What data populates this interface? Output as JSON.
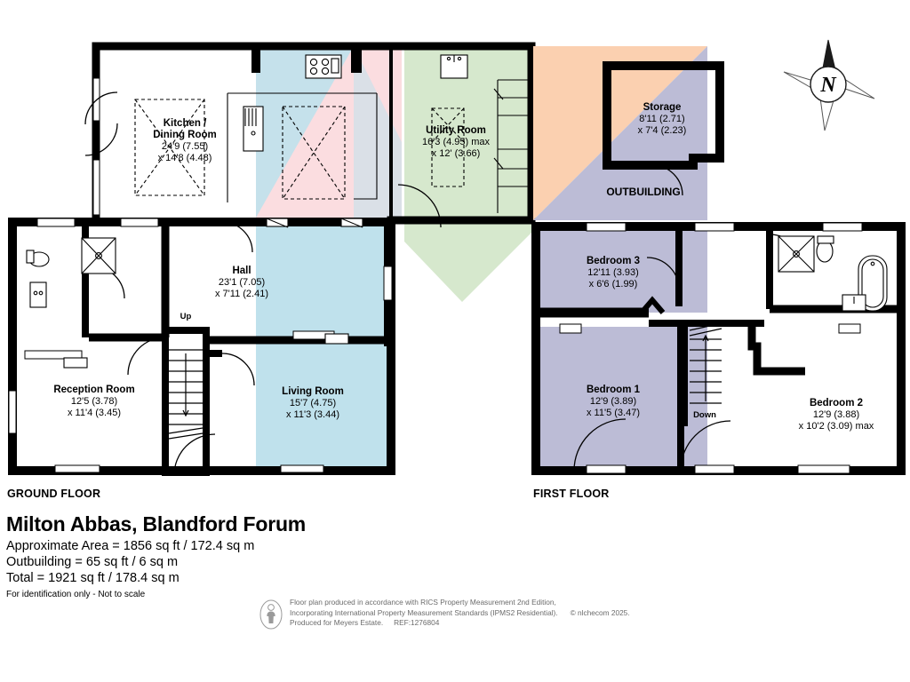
{
  "title": "Milton Abbas, Blandford Forum",
  "areas": {
    "approximate": "Approximate Area = 1856 sq ft / 172.4 sq m",
    "outbuilding": "Outbuilding = 65 sq ft / 6 sq m",
    "total": "Total = 1921 sq ft / 178.4 sq m"
  },
  "disclaimer": "For identification only - Not to scale",
  "floors": {
    "ground_label": "GROUND FLOOR",
    "first_label": "FIRST FLOOR",
    "outbuilding_label": "OUTBUILDING"
  },
  "compass": {
    "north_letter": "N"
  },
  "stairs": {
    "up_label": "Up",
    "down_label": "Down"
  },
  "rooms": {
    "kitchen_dining": {
      "name_line1": "Kitchen /",
      "name_line2": "Dining Room",
      "dim1": "24'9 (7.55)",
      "dim2": "x 14'8 (4.48)"
    },
    "utility": {
      "name": "Utility Room",
      "dim1": "16'3 (4.95) max",
      "dim2": "x 12' (3.66)"
    },
    "hall": {
      "name": "Hall",
      "dim1": "23'1 (7.05)",
      "dim2": "x 7'11 (2.41)"
    },
    "reception": {
      "name": "Reception Room",
      "dim1": "12'5 (3.78)",
      "dim2": "x 11'4 (3.45)"
    },
    "living": {
      "name": "Living Room",
      "dim1": "15'7 (4.75)",
      "dim2": "x 11'3 (3.44)"
    },
    "storage": {
      "name": "Storage",
      "dim1": "8'11 (2.71)",
      "dim2": "x 7'4 (2.23)"
    },
    "bedroom3": {
      "name": "Bedroom 3",
      "dim1": "12'11 (3.93)",
      "dim2": "x 6'6 (1.99)"
    },
    "bedroom1": {
      "name": "Bedroom 1",
      "dim1": "12'9 (3.89)",
      "dim2": "x 11'5 (3.47)"
    },
    "bedroom2": {
      "name": "Bedroom 2",
      "dim1": "12'9 (3.88)",
      "dim2": "x 10'2 (3.09) max"
    }
  },
  "footer": {
    "line1": "Floor plan produced in accordance with RICS Property Measurement 2nd Edition,",
    "line2": "Incorporating International Property Measurement Standards (IPMS2 Residential).",
    "copyright": "© nlchecom 2025.",
    "line3": "Produced for Meyers Estate.",
    "ref": "REF:1276804"
  },
  "colors": {
    "wall": "#000000",
    "blue_overlay": "#bfe1ec",
    "pink_overlay": "#fbdde0",
    "green_overlay": "#d6e8cd",
    "peach_overlay": "#fbd0b0",
    "lavender_overlay": "#bcbcd6",
    "fixture_stroke": "#000000",
    "text": "#000000",
    "footer_text": "#6b6b6b"
  }
}
